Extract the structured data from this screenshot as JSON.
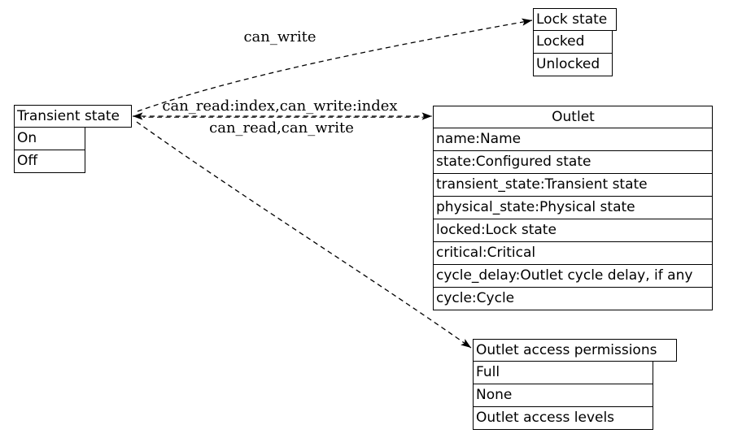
{
  "canvas": {
    "background_color": "#ffffff",
    "line_color": "#000000",
    "text_color": "#000000"
  },
  "nodes": {
    "transient_state": {
      "title": "Transient state",
      "rows": [
        "On",
        "Off"
      ]
    },
    "lock_state": {
      "title": "Lock state",
      "rows": [
        "Locked",
        "Unlocked"
      ]
    },
    "outlet": {
      "title": "Outlet",
      "rows": [
        "name:Name",
        "state:Configured state",
        "transient_state:Transient state",
        "physical_state:Physical state",
        "locked:Lock state",
        "critical:Critical",
        "cycle_delay:Outlet cycle delay, if any",
        "cycle:Cycle"
      ]
    },
    "outlet_access_permissions": {
      "title": "Outlet access permissions",
      "rows": [
        "Full",
        "None",
        "Outlet access levels"
      ]
    }
  },
  "edge_labels": {
    "can_write": "can_write",
    "can_read_write_index": "can_read:index,can_write:index",
    "can_read_write": "can_read,can_write"
  }
}
